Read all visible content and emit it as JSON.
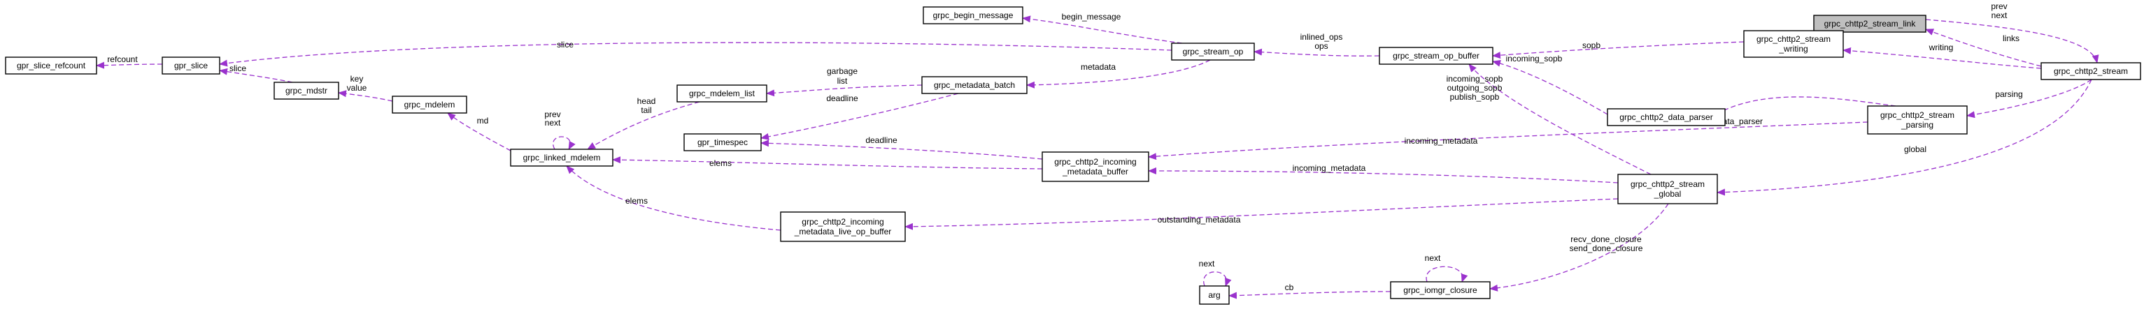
{
  "diagram": {
    "nodes": {
      "grpc_chttp2_stream_link": {
        "lines": [
          "grpc_chttp2_stream_link"
        ],
        "highlight": true
      },
      "grpc_chttp2_stream": {
        "lines": [
          "grpc_chttp2_stream"
        ]
      },
      "grpc_chttp2_stream_writing": {
        "lines": [
          "grpc_chttp2_stream",
          "_writing"
        ]
      },
      "grpc_stream_op_buffer": {
        "lines": [
          "grpc_stream_op_buffer"
        ]
      },
      "grpc_chttp2_data_parser": {
        "lines": [
          "grpc_chttp2_data_parser"
        ]
      },
      "grpc_chttp2_stream_parsing": {
        "lines": [
          "grpc_chttp2_stream",
          "_parsing"
        ]
      },
      "grpc_chttp2_stream_global": {
        "lines": [
          "grpc_chttp2_stream",
          "_global"
        ]
      },
      "grpc_begin_message": {
        "lines": [
          "grpc_begin_message"
        ]
      },
      "grpc_stream_op": {
        "lines": [
          "grpc_stream_op"
        ]
      },
      "grpc_metadata_batch": {
        "lines": [
          "grpc_metadata_batch"
        ]
      },
      "grpc_mdelem_list": {
        "lines": [
          "grpc_mdelem_list"
        ]
      },
      "gpr_timespec": {
        "lines": [
          "gpr_timespec"
        ]
      },
      "grpc_chttp2_incoming_metadata_buffer": {
        "lines": [
          "grpc_chttp2_incoming",
          "_metadata_buffer"
        ]
      },
      "grpc_chttp2_incoming_metadata_live_op_buffer": {
        "lines": [
          "grpc_chttp2_incoming",
          "_metadata_live_op_buffer"
        ]
      },
      "grpc_linked_mdelem": {
        "lines": [
          "grpc_linked_mdelem"
        ]
      },
      "grpc_mdelem": {
        "lines": [
          "grpc_mdelem"
        ]
      },
      "grpc_mdstr": {
        "lines": [
          "grpc_mdstr"
        ]
      },
      "gpr_slice": {
        "lines": [
          "gpr_slice"
        ]
      },
      "gpr_slice_refcount": {
        "lines": [
          "gpr_slice_refcount"
        ]
      },
      "grpc_iomgr_closure": {
        "lines": [
          "grpc_iomgr_closure"
        ]
      },
      "arg": {
        "lines": [
          "arg"
        ]
      }
    },
    "edges": {
      "stream_to_link": {
        "from": "grpc_chttp2_stream",
        "to": "grpc_chttp2_stream_link",
        "labels": [
          "links"
        ]
      },
      "link_to_stream": {
        "from": "grpc_chttp2_stream_link",
        "to": "grpc_chttp2_stream",
        "labels": [
          "prev",
          "next"
        ]
      },
      "writing": {
        "from": "grpc_chttp2_stream",
        "to": "grpc_chttp2_stream_writing",
        "labels": [
          "writing"
        ]
      },
      "parsing": {
        "from": "grpc_chttp2_stream",
        "to": "grpc_chttp2_stream_parsing",
        "labels": [
          "parsing"
        ]
      },
      "global": {
        "from": "grpc_chttp2_stream",
        "to": "grpc_chttp2_stream_global",
        "labels": [
          "global"
        ]
      },
      "sopb": {
        "from": "grpc_chttp2_stream_writing",
        "to": "grpc_stream_op_buffer",
        "labels": [
          "sopb"
        ]
      },
      "incoming_sopb": {
        "from": "grpc_chttp2_data_parser",
        "to": "grpc_stream_op_buffer",
        "labels": [
          "incoming_sopb"
        ]
      },
      "data_parser": {
        "from": "grpc_chttp2_stream_parsing",
        "to": "grpc_chttp2_data_parser",
        "labels": [
          "data_parser"
        ]
      },
      "global_sopbs": {
        "from": "grpc_chttp2_stream_global",
        "to": "grpc_stream_op_buffer",
        "labels": [
          "incoming_sopb",
          "outgoing_sopb",
          "publish_sopb"
        ]
      },
      "inlined_ops": {
        "from": "grpc_stream_op_buffer",
        "to": "grpc_stream_op",
        "labels": [
          "inlined_ops",
          "ops"
        ]
      },
      "begin_message": {
        "from": "grpc_stream_op",
        "to": "grpc_begin_message",
        "labels": [
          "begin_message"
        ]
      },
      "metadata": {
        "from": "grpc_stream_op",
        "to": "grpc_metadata_batch",
        "labels": [
          "metadata"
        ]
      },
      "slice": {
        "from": "grpc_stream_op",
        "to": "gpr_slice",
        "labels": [
          "slice"
        ]
      },
      "garbage_list": {
        "from": "grpc_metadata_batch",
        "to": "grpc_mdelem_list",
        "labels": [
          "garbage",
          "list"
        ]
      },
      "deadline_batch": {
        "from": "grpc_metadata_batch",
        "to": "gpr_timespec",
        "labels": [
          "deadline"
        ]
      },
      "head_tail": {
        "from": "grpc_mdelem_list",
        "to": "grpc_linked_mdelem",
        "labels": [
          "head",
          "tail"
        ]
      },
      "parsing_incoming_metadata": {
        "from": "grpc_chttp2_stream_parsing",
        "to": "grpc_chttp2_incoming_metadata_buffer",
        "labels": [
          "incoming_metadata"
        ]
      },
      "global_incoming_metadata": {
        "from": "grpc_chttp2_stream_global",
        "to": "grpc_chttp2_incoming_metadata_buffer",
        "labels": [
          "incoming_metadata"
        ]
      },
      "outstanding_metadata": {
        "from": "grpc_chttp2_stream_global",
        "to": "grpc_chttp2_incoming_metadata_live_op_buffer",
        "labels": [
          "outstanding_metadata"
        ]
      },
      "deadline_buffer": {
        "from": "grpc_chttp2_incoming_metadata_buffer",
        "to": "gpr_timespec",
        "labels": [
          "deadline"
        ]
      },
      "elems_buffer": {
        "from": "grpc_chttp2_incoming_metadata_buffer",
        "to": "grpc_linked_mdelem",
        "labels": [
          "elems"
        ]
      },
      "elems_live": {
        "from": "grpc_chttp2_incoming_metadata_live_op_buffer",
        "to": "grpc_linked_mdelem",
        "labels": [
          "elems"
        ]
      },
      "linked_self": {
        "from": "grpc_linked_mdelem",
        "to": "grpc_linked_mdelem",
        "labels": [
          "prev",
          "next"
        ]
      },
      "md": {
        "from": "grpc_linked_mdelem",
        "to": "grpc_mdelem",
        "labels": [
          "md"
        ]
      },
      "key_value": {
        "from": "grpc_mdelem",
        "to": "grpc_mdstr",
        "labels": [
          "key",
          "value"
        ]
      },
      "mdstr_slice": {
        "from": "grpc_mdstr",
        "to": "gpr_slice",
        "labels": [
          "slice"
        ]
      },
      "refcount": {
        "from": "gpr_slice",
        "to": "gpr_slice_refcount",
        "labels": [
          "refcount"
        ]
      },
      "closures": {
        "from": "grpc_chttp2_stream_global",
        "to": "grpc_iomgr_closure",
        "labels": [
          "recv_done_closure",
          "send_done_closure"
        ]
      },
      "closure_self": {
        "from": "grpc_iomgr_closure",
        "to": "grpc_iomgr_closure",
        "labels": [
          "next"
        ]
      },
      "cb": {
        "from": "grpc_iomgr_closure",
        "to": "arg",
        "labels": [
          "cb"
        ]
      },
      "arg_self": {
        "from": "arg",
        "to": "arg",
        "labels": [
          "next"
        ]
      }
    }
  },
  "colors": {
    "edge": "#9a32cd",
    "highlight_fill": "#bfbfbf",
    "node_fill": "#ffffff",
    "node_stroke": "#000000"
  }
}
